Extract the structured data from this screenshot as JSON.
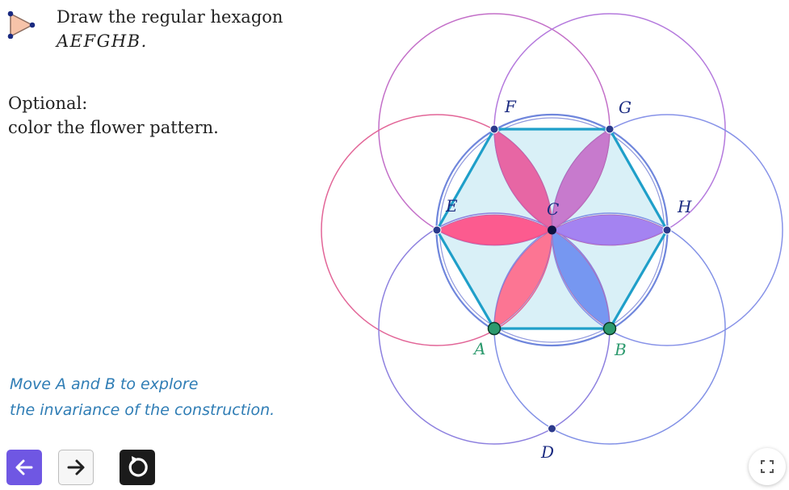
{
  "instruction": {
    "line1": "Draw the regular hexagon",
    "line2": "AEFGHB."
  },
  "optional": {
    "line1": "Optional:",
    "line2": "color the flower pattern."
  },
  "hint": {
    "line1": "Move A and B to explore",
    "line2": "the invariance of the construction."
  },
  "points": {
    "A": "A",
    "B": "B",
    "C": "C",
    "D": "D",
    "E": "E",
    "F": "F",
    "G": "G",
    "H": "H"
  },
  "colors": {
    "hexagon_stroke": "#1f9fc9",
    "hexagon_fill": "#d9f0f7",
    "point_movable": "#2d9a6e",
    "hint_text": "#2f7db5",
    "back_button": "#6f57e3",
    "petals": [
      "#ff4e86",
      "#e85a9c",
      "#c570c9",
      "#9f7af0",
      "#6e8ff0",
      "#ff6a8a"
    ]
  },
  "icons": {
    "tool": "polygon-tool-icon",
    "back": "arrow-left-icon",
    "next": "arrow-right-icon",
    "reset": "reset-icon",
    "fullscreen": "fullscreen-icon"
  }
}
